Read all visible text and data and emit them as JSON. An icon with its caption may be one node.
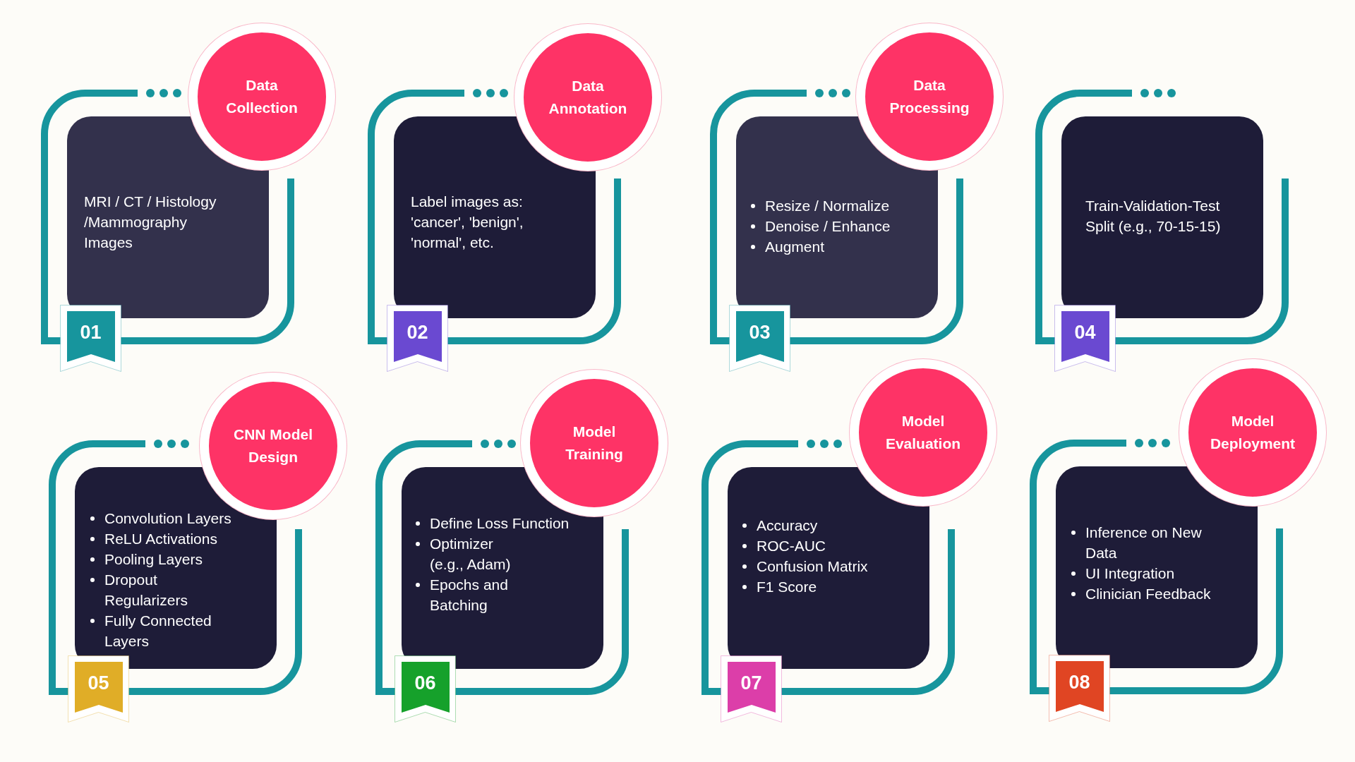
{
  "diagram": {
    "nodes": [
      {
        "text": [
          "Data Collection"
        ]
      },
      {
        "text": [
          "MRI / CT / Histology /Mammography Images"
        ]
      },
      {
        "text": [
          "01"
        ]
      },
      {
        "text": [
          "Data Annotation"
        ]
      },
      {
        "text": [
          "Label images as: 'cancer', 'benign', 'normal', etc."
        ]
      },
      {
        "text": [
          "02"
        ]
      },
      {
        "text": [
          "Data Processing"
        ]
      },
      {
        "text": [
          "Resize / Normalize",
          "Denoise / Enhance",
          "Augment"
        ]
      },
      {
        "text": [
          "03"
        ]
      },
      {
        "text": [
          "Train-Validation-Test Split (e.g., 70-15-15)"
        ]
      },
      {
        "text": [
          "04"
        ]
      },
      {
        "text": [
          "CNN Model Design"
        ]
      },
      {
        "text": [
          "Convolution Layers",
          "ReLU Activations",
          "Pooling Layers",
          "Dropout Regularizers",
          "Fully Connected Layers"
        ]
      },
      {
        "text": [
          "05"
        ]
      },
      {
        "text": [
          "Model Training"
        ]
      },
      {
        "text": [
          "Define Loss Function",
          "Optimizer (e.g., Adam)",
          "Epochs and Batching"
        ]
      },
      {
        "text": [
          "06"
        ]
      },
      {
        "text": [
          "Model Evaluation"
        ]
      },
      {
        "text": [
          "Accuracy",
          "ROC-AUC",
          "Confusion Matrix",
          "F1 Score"
        ]
      },
      {
        "text": [
          "07"
        ]
      },
      {
        "text": [
          "Model Deployment"
        ]
      },
      {
        "text": [
          "Inference on New Data",
          "UI Integration",
          "Clinician Feedback"
        ]
      },
      {
        "text": [
          "08"
        ]
      }
    ]
  }
}
